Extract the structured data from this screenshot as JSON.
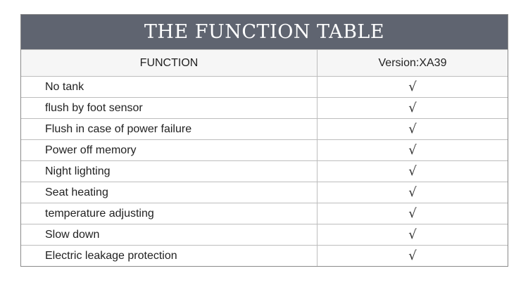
{
  "title": "THE FUNCTION TABLE",
  "header": {
    "function_label": "FUNCTION",
    "version_label": "Version:XA39"
  },
  "rows": [
    {
      "function": "No tank",
      "supported": "√"
    },
    {
      "function": "flush by foot sensor",
      "supported": "√"
    },
    {
      "function": "Flush in case of power failure",
      "supported": "√"
    },
    {
      "function": "Power off memory",
      "supported": "√"
    },
    {
      "function": "Night lighting",
      "supported": "√"
    },
    {
      "function": "Seat heating",
      "supported": "√"
    },
    {
      "function": "temperature adjusting",
      "supported": "√"
    },
    {
      "function": "Slow down",
      "supported": "√"
    },
    {
      "function": "Electric leakage protection",
      "supported": "√"
    }
  ]
}
